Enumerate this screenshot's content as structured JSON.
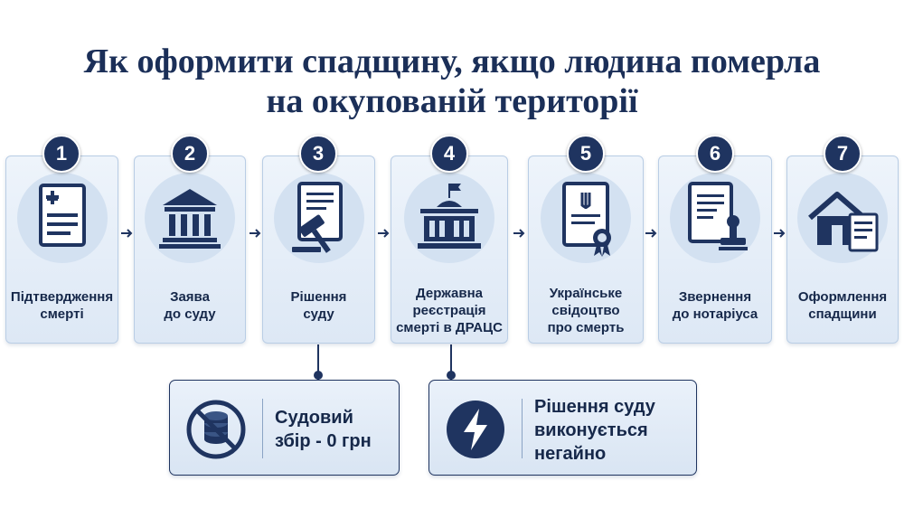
{
  "title": {
    "line1": "Як оформити спадщину, якщо людина померла",
    "line2": "на окупованій території"
  },
  "steps": [
    {
      "number": "1",
      "icon": "medical-document-icon",
      "line1": "Підтвердження",
      "line2": "смерті",
      "line3": ""
    },
    {
      "number": "2",
      "icon": "courthouse-icon",
      "line1": "Заява",
      "line2": "до суду",
      "line3": ""
    },
    {
      "number": "3",
      "icon": "gavel-document-icon",
      "line1": "Рішення",
      "line2": "суду",
      "line3": ""
    },
    {
      "number": "4",
      "icon": "government-building-icon",
      "line1": "Державна",
      "line2": "реєстрація",
      "line3": "смерті в ДРАЦС"
    },
    {
      "number": "5",
      "icon": "certificate-icon",
      "line1": "Українське",
      "line2": "свідоцтво",
      "line3": "про смерть"
    },
    {
      "number": "6",
      "icon": "notary-stamp-icon",
      "line1": "Звернення",
      "line2": "до нотаріуса",
      "line3": ""
    },
    {
      "number": "7",
      "icon": "house-document-icon",
      "line1": "Оформлення",
      "line2": "спадщини",
      "line3": ""
    }
  ],
  "notes": [
    {
      "icon": "no-fee-icon",
      "line1": "Судовий",
      "line2": "збір - 0 грн",
      "line3": ""
    },
    {
      "icon": "lightning-icon",
      "line1": "Рішення суду",
      "line2": "виконується",
      "line3": "негайно"
    }
  ],
  "colors": {
    "navy": "#1f3460",
    "card": "#e4edf7",
    "icon_bg": "#d3e1f1"
  }
}
